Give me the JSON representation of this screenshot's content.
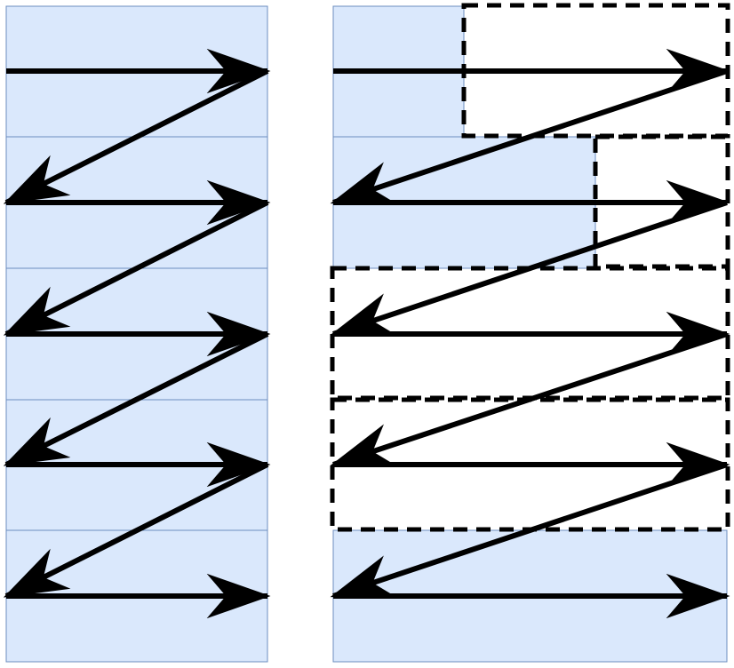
{
  "colors": {
    "fill": "#dae8fc",
    "edge": "#6c8ebf",
    "ink": "#000000",
    "background": "#ffffff"
  },
  "panels": [
    {
      "name": "left-panel",
      "description_free": true,
      "blocks": [
        "full",
        "full",
        "full",
        "full",
        "full"
      ],
      "dashed_regions": []
    },
    {
      "name": "right-panel",
      "description_free": true,
      "blocks": [
        "partial-small",
        "partial-large",
        "empty",
        "empty",
        "full"
      ],
      "dashed_regions": [
        "row-1-tail",
        "row-2-tail",
        "row-3",
        "row-4"
      ]
    }
  ],
  "arrow_pattern": "zigzag-raster"
}
